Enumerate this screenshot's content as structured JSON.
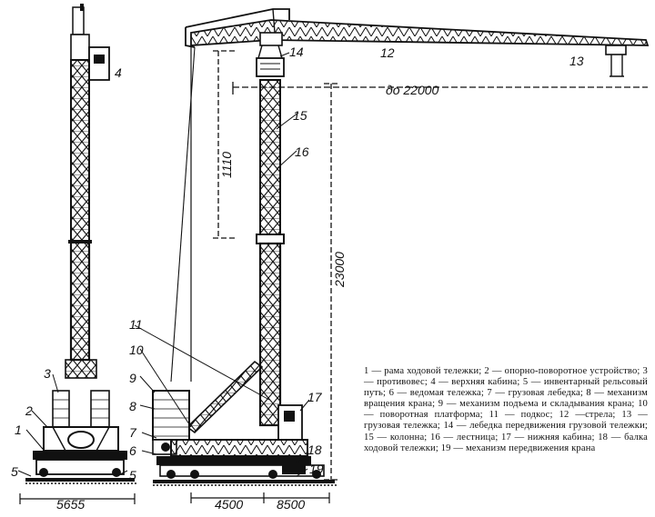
{
  "callouts": {
    "n1": "1",
    "n2": "2",
    "n3": "3",
    "n4": "4",
    "n5a": "5",
    "n5b": "5",
    "n6": "6",
    "n7": "7",
    "n8": "8",
    "n9": "9",
    "n10": "10",
    "n11": "11",
    "n12": "12",
    "n13": "13",
    "n14": "14",
    "n15": "15",
    "n16": "16",
    "n17": "17",
    "n18": "18",
    "n19": "19"
  },
  "dimensions": {
    "reach": "до 22000",
    "height": "23000",
    "column_segment": "1110",
    "side_base": "5655",
    "front_base": "4500",
    "track_span": "8500"
  },
  "legend": {
    "text": "1 — рама ходовой тележки; 2 — опорно-поворотное устройство; 3 — противовес; 4 — верхняя кабина; 5 — инвентарный рельсовый путь; 6 — ведомая тележка; 7 — грузовая лебедка; 8 — механизм вращения крана; 9 — механизм подъема и складывания крана; 10 — поворотная платформа; 11 — подкос; 12 —стрела; 13 — грузовая тележка; 14 — лебедка передвижения грузовой тележки; 15 — колонна; 16 — лестница; 17 — нижняя кабина; 18 — балка ходовой тележки; 19 — механизм передвижения крана"
  },
  "colors": {
    "ink": "#111111",
    "paper": "#ffffff"
  }
}
